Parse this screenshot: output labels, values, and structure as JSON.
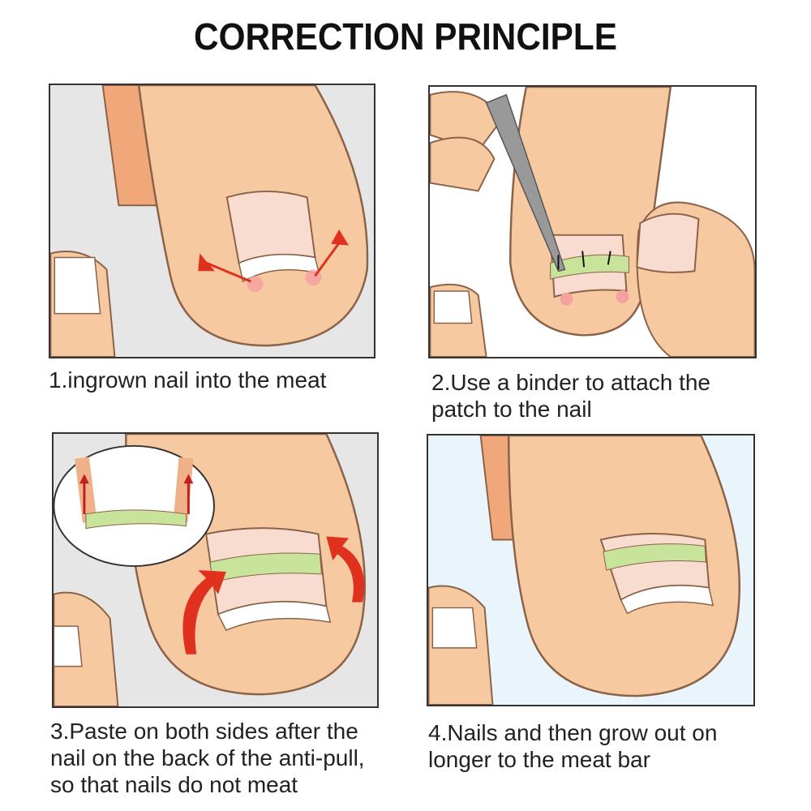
{
  "title": "CORRECTION PRINCIPLE",
  "steps": [
    {
      "caption_lines": [
        "1.ingrown nail into the meat"
      ]
    },
    {
      "caption_lines": [
        "2.Use a binder to attach the",
        "patch to the nail"
      ]
    },
    {
      "caption_lines": [
        "3.Paste on both sides after the",
        "nail on the back of the anti-pull,",
        "so that nails do not meat"
      ]
    },
    {
      "caption_lines": [
        "4.Nails and then grow out on",
        "longer to the meat bar"
      ]
    }
  ],
  "colors": {
    "skin": "#f6c9a0",
    "outline": "#8a6248",
    "nail": "#f8dcd0",
    "patch": "#c8e49a",
    "arrow": "#e0301e",
    "panel1_bg": "#e6e6e6",
    "panel4_bg": "#e9f5fb"
  }
}
